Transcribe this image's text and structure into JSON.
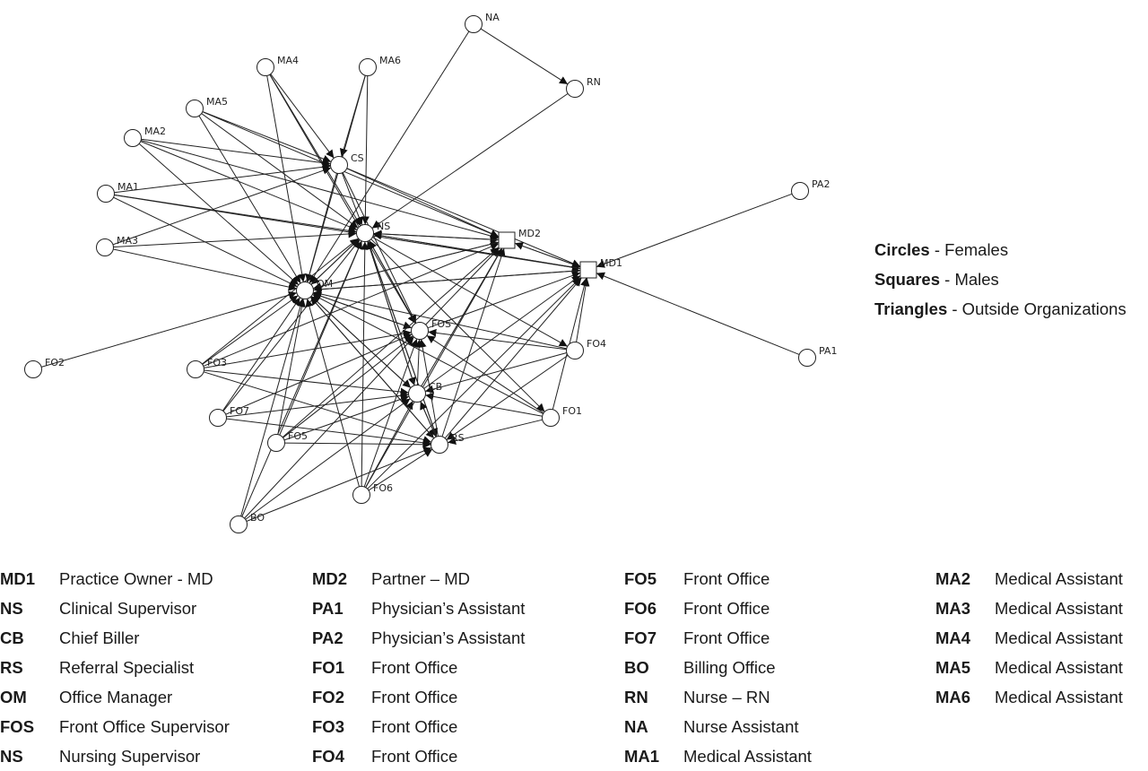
{
  "diagram": {
    "nodes": [
      {
        "id": "NA",
        "label": "NA",
        "shape": "circle"
      },
      {
        "id": "RN",
        "label": "RN",
        "shape": "circle"
      },
      {
        "id": "MA4",
        "label": "MA4",
        "shape": "circle"
      },
      {
        "id": "MA6",
        "label": "MA6",
        "shape": "circle"
      },
      {
        "id": "MA5",
        "label": "MA5",
        "shape": "circle"
      },
      {
        "id": "MA2",
        "label": "MA2",
        "shape": "circle"
      },
      {
        "id": "CS",
        "label": "CS",
        "shape": "circle"
      },
      {
        "id": "PA2",
        "label": "PA2",
        "shape": "circle"
      },
      {
        "id": "MA1",
        "label": "MA1",
        "shape": "circle"
      },
      {
        "id": "NS",
        "label": "NS",
        "shape": "circle"
      },
      {
        "id": "MD2",
        "label": "MD2",
        "shape": "square"
      },
      {
        "id": "MA3",
        "label": "MA3",
        "shape": "circle"
      },
      {
        "id": "MD1",
        "label": "MD1",
        "shape": "square"
      },
      {
        "id": "OM",
        "label": "OM",
        "shape": "circle"
      },
      {
        "id": "FOS",
        "label": "FOS",
        "shape": "circle"
      },
      {
        "id": "FO4",
        "label": "FO4",
        "shape": "circle"
      },
      {
        "id": "PA1",
        "label": "PA1",
        "shape": "circle"
      },
      {
        "id": "FO2",
        "label": "FO2",
        "shape": "circle"
      },
      {
        "id": "FO3",
        "label": "FO3",
        "shape": "circle"
      },
      {
        "id": "CB",
        "label": "CB",
        "shape": "circle"
      },
      {
        "id": "FO1",
        "label": "FO1",
        "shape": "circle"
      },
      {
        "id": "FO7",
        "label": "FO7",
        "shape": "circle"
      },
      {
        "id": "FO5",
        "label": "FO5",
        "shape": "circle"
      },
      {
        "id": "RS",
        "label": "RS",
        "shape": "circle"
      },
      {
        "id": "FO6",
        "label": "FO6",
        "shape": "circle"
      },
      {
        "id": "BO",
        "label": "BO",
        "shape": "circle"
      }
    ],
    "edges": [
      [
        "NA",
        "RN"
      ],
      [
        "PA2",
        "MD1"
      ],
      [
        "PA1",
        "MD1"
      ],
      [
        "RN",
        "NS"
      ],
      [
        "NA",
        "OM"
      ],
      [
        "MA4",
        "CS"
      ],
      [
        "MA4",
        "NS"
      ],
      [
        "MA4",
        "OM"
      ],
      [
        "MA4",
        "FOS"
      ],
      [
        "MA6",
        "CS"
      ],
      [
        "MA6",
        "NS"
      ],
      [
        "MA6",
        "OM"
      ],
      [
        "MA5",
        "CS"
      ],
      [
        "MA5",
        "NS"
      ],
      [
        "MA5",
        "OM"
      ],
      [
        "MA5",
        "MD2"
      ],
      [
        "MA2",
        "CS"
      ],
      [
        "MA2",
        "NS"
      ],
      [
        "MA2",
        "OM"
      ],
      [
        "MA2",
        "MD2"
      ],
      [
        "MA1",
        "CS"
      ],
      [
        "MA1",
        "NS"
      ],
      [
        "MA1",
        "OM"
      ],
      [
        "MA1",
        "MD1"
      ],
      [
        "MA3",
        "CS"
      ],
      [
        "MA3",
        "NS"
      ],
      [
        "MA3",
        "OM"
      ],
      [
        "CS",
        "NS"
      ],
      [
        "CS",
        "OM"
      ],
      [
        "CS",
        "MD2"
      ],
      [
        "CS",
        "MD1"
      ],
      [
        "CS",
        "FOS"
      ],
      [
        "NS",
        "OM"
      ],
      [
        "NS",
        "MD2"
      ],
      [
        "NS",
        "MD1"
      ],
      [
        "NS",
        "FOS"
      ],
      [
        "NS",
        "CB"
      ],
      [
        "NS",
        "RS"
      ],
      [
        "NS",
        "FO1"
      ],
      [
        "NS",
        "FO4"
      ],
      [
        "OM",
        "NS"
      ],
      [
        "OM",
        "MD2"
      ],
      [
        "OM",
        "MD1"
      ],
      [
        "OM",
        "FOS"
      ],
      [
        "OM",
        "CB"
      ],
      [
        "OM",
        "RS"
      ],
      [
        "FO2",
        "OM"
      ],
      [
        "FO3",
        "OM"
      ],
      [
        "FO3",
        "FOS"
      ],
      [
        "FO3",
        "CB"
      ],
      [
        "FO3",
        "RS"
      ],
      [
        "FO3",
        "NS"
      ],
      [
        "FO3",
        "MD2"
      ],
      [
        "FO7",
        "OM"
      ],
      [
        "FO7",
        "FOS"
      ],
      [
        "FO7",
        "CB"
      ],
      [
        "FO7",
        "RS"
      ],
      [
        "FO7",
        "NS"
      ],
      [
        "FO5",
        "OM"
      ],
      [
        "FO5",
        "FOS"
      ],
      [
        "FO5",
        "CB"
      ],
      [
        "FO5",
        "RS"
      ],
      [
        "FO5",
        "NS"
      ],
      [
        "FO5",
        "MD2"
      ],
      [
        "FO6",
        "OM"
      ],
      [
        "FO6",
        "FOS"
      ],
      [
        "FO6",
        "CB"
      ],
      [
        "FO6",
        "RS"
      ],
      [
        "FO6",
        "NS"
      ],
      [
        "FO6",
        "MD2"
      ],
      [
        "FO6",
        "MD1"
      ],
      [
        "BO",
        "OM"
      ],
      [
        "BO",
        "FOS"
      ],
      [
        "BO",
        "CB"
      ],
      [
        "BO",
        "RS"
      ],
      [
        "BO",
        "NS"
      ],
      [
        "FO4",
        "FOS"
      ],
      [
        "FO4",
        "CB"
      ],
      [
        "FO4",
        "RS"
      ],
      [
        "FO4",
        "MD1"
      ],
      [
        "FO4",
        "OM"
      ],
      [
        "FO1",
        "FOS"
      ],
      [
        "FO1",
        "CB"
      ],
      [
        "FO1",
        "RS"
      ],
      [
        "FO1",
        "MD1"
      ],
      [
        "FO1",
        "OM"
      ],
      [
        "CB",
        "FOS"
      ],
      [
        "CB",
        "RS"
      ],
      [
        "CB",
        "MD2"
      ],
      [
        "CB",
        "MD1"
      ],
      [
        "CB",
        "OM"
      ],
      [
        "CB",
        "NS"
      ],
      [
        "RS",
        "FOS"
      ],
      [
        "RS",
        "CB"
      ],
      [
        "RS",
        "MD2"
      ],
      [
        "RS",
        "MD1"
      ],
      [
        "RS",
        "OM"
      ],
      [
        "RS",
        "NS"
      ],
      [
        "FOS",
        "MD2"
      ],
      [
        "FOS",
        "MD1"
      ],
      [
        "FOS",
        "OM"
      ],
      [
        "FOS",
        "NS"
      ],
      [
        "MD1",
        "MD2"
      ],
      [
        "MD2",
        "MD1"
      ],
      [
        "MD1",
        "NS"
      ],
      [
        "MD1",
        "OM"
      ],
      [
        "MD2",
        "NS"
      ],
      [
        "MD2",
        "OM"
      ]
    ]
  },
  "shape_legend": [
    {
      "term": "Circles",
      "desc": " - Females"
    },
    {
      "term": "Squares",
      "desc": " - Males"
    },
    {
      "term": "Triangles",
      "desc": " - Outside Organizations"
    }
  ],
  "abbreviations": [
    [
      {
        "code": "MD1",
        "role": "Practice Owner - MD"
      },
      {
        "code": "NS",
        "role": "Clinical Supervisor"
      },
      {
        "code": "CB",
        "role": "Chief Biller"
      },
      {
        "code": "RS",
        "role": "Referral Specialist"
      },
      {
        "code": "OM",
        "role": "Office Manager"
      },
      {
        "code": "FOS",
        "role": "Front Office Supervisor"
      },
      {
        "code": "NS",
        "role": "Nursing Supervisor"
      }
    ],
    [
      {
        "code": "MD2",
        "role": "Partner – MD"
      },
      {
        "code": "PA1",
        "role": "Physician’s Assistant"
      },
      {
        "code": "PA2",
        "role": "Physician’s Assistant"
      },
      {
        "code": "FO1",
        "role": "Front Office"
      },
      {
        "code": "FO2",
        "role": "Front Office"
      },
      {
        "code": "FO3",
        "role": "Front Office"
      },
      {
        "code": "FO4",
        "role": "Front Office"
      }
    ],
    [
      {
        "code": "FO5",
        "role": "Front Office"
      },
      {
        "code": "FO6",
        "role": "Front Office"
      },
      {
        "code": "FO7",
        "role": "Front Office"
      },
      {
        "code": "BO",
        "role": "Billing Office"
      },
      {
        "code": "RN",
        "role": "Nurse – RN"
      },
      {
        "code": "NA",
        "role": "Nurse Assistant"
      },
      {
        "code": "MA1",
        "role": "Medical Assistant"
      }
    ],
    [
      {
        "code": "MA2",
        "role": "Medical Assistant"
      },
      {
        "code": "MA3",
        "role": "Medical Assistant"
      },
      {
        "code": "MA4",
        "role": "Medical Assistant"
      },
      {
        "code": "MA5",
        "role": "Medical Assistant"
      },
      {
        "code": "MA6",
        "role": "Medical Assistant"
      }
    ]
  ]
}
